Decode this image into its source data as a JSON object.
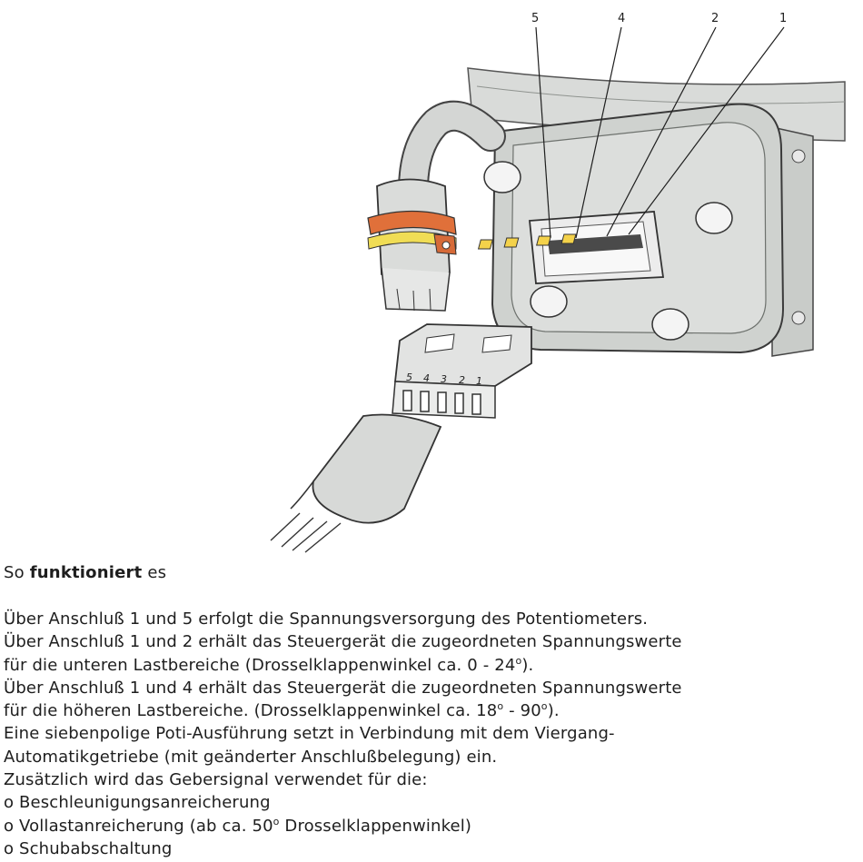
{
  "figure": {
    "callouts": [
      "5",
      "4",
      "2",
      "1"
    ],
    "plug_pins": [
      "5",
      "4",
      "3",
      "2",
      "1"
    ]
  },
  "heading": {
    "prefix": "So ",
    "bold": "funktioniert",
    "suffix": " es"
  },
  "lines": [
    {
      "text": "Über Anschluß 1 und 5 erfolgt die Spannungsversorgung des Potentiometers."
    },
    {
      "text": "Über Anschluß 1 und 2 erhält das Steuergerät die zugeordneten Spannungswerte"
    },
    {
      "text": "für die unteren Lastbereiche (Drosselklappenwinkel ca. 0 - 24",
      "sup": "o",
      "after": ")."
    },
    {
      "text": "Über Anschluß 1 und 4 erhält das Steuergerät die zugeordneten Spannungswerte"
    },
    {
      "text": "für die höheren Lastbereiche. (Drosselklappenwinkel ca. 18",
      "sup": "o",
      "middle": " - 90",
      "sup2": "o",
      "after": ")."
    },
    {
      "text": "Eine siebenpolige Poti-Ausführung setzt in Verbindung mit dem Viergang-"
    },
    {
      "text": "Automatikgetriebe (mit geänderter Anschlußbelegung) ein."
    },
    {
      "text": "Zusätzlich wird das Gebersignal verwendet für die:"
    },
    {
      "text": "o Beschleunigungsanreicherung"
    },
    {
      "text": "o Vollastanreicherung (ab ca. 50",
      "sup": "o",
      "after": " Drosselklappenwinkel)"
    },
    {
      "text": "o Schubabschaltung"
    }
  ]
}
